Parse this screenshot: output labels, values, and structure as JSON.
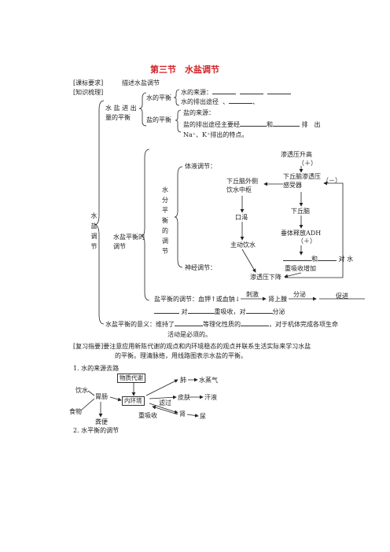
{
  "title": "第三节　水盐调节",
  "curriculum": {
    "label": "[课标要求]",
    "text": "描述水盐调节"
  },
  "knowledge": {
    "label": "[知识梳理]"
  },
  "in_out": "水 盐 进 出 量的平衡",
  "water_balance": {
    "label": "水的平衡",
    "source": "水的来源：",
    "discharge": "水的排出途径",
    "discharge_sep": "、"
  },
  "salt_balance": {
    "label": "盐的平衡",
    "source": "盐的来源：",
    "discharge_main": "盐的排出途径主要经",
    "and": "和",
    "out": "排　出",
    "ions": "Na⁺、K⁺排出的特点。"
  },
  "shui_yan_tiao_jie": "水盐调节",
  "water_salt_balance_reg": "水盐平衡的调节",
  "water_balance_reg_vertical": "水分平衡的调节",
  "fluid_reg": "体液调节：",
  "neural_reg": "神经调节：",
  "flow": {
    "osm_up": "渗透压升高",
    "plus1": "（＋）",
    "hypo_receptor": "下丘脑渗透压感受器",
    "minus": "（－）",
    "hypo_lateral": "下丘脑外侧饮水中枢",
    "hypothalamus": "下丘脑",
    "thirst": "口渴",
    "pituitary": "垂体释放ADH",
    "plus2": "（＋）",
    "drink": "主动饮水",
    "and_water": "和",
    "water": "对 水",
    "reabsorb": "重吸收增加",
    "osm_down": "渗透压下降"
  },
  "salt_reg": {
    "text": "盐平衡的调节：血钾↑或血钠↓",
    "stimulate": "刺激",
    "adrenal": "肾上腺",
    "secrete": "分泌",
    "promote": "促进",
    "line2_a": "对",
    "line2_b": "重吸收，对",
    "line2_c": "分泌"
  },
  "meaning": {
    "text": "水盐平衡的意义：维持了",
    "mid": "等理化性质的",
    "end": "，对于机体完成各项生命",
    "line2": "活动是必须的。"
  },
  "review": {
    "label": "[复习指要]",
    "text1": "要注意应用新陈代谢的观点和内环境稳态的观点并联系生活实际来学习水盐",
    "text2": "的平衡。理清脉络，用线路图表示水盐的平衡。"
  },
  "sec1": {
    "heading": "1. 水的来源去路",
    "metabolism": "物质代谢",
    "drink_water": "饮水",
    "food": "食物",
    "gut": "胃肠",
    "internal_env": "内环境",
    "lung": "肺",
    "vapor": "水蒸气",
    "skin": "皮肤",
    "sweat": "汗液",
    "filter": "滤过",
    "kidney": "肾",
    "urine": "尿",
    "reabsorb": "重吸收",
    "feces": "粪便"
  },
  "sec2": {
    "heading": "2. 水平衡的调节"
  }
}
